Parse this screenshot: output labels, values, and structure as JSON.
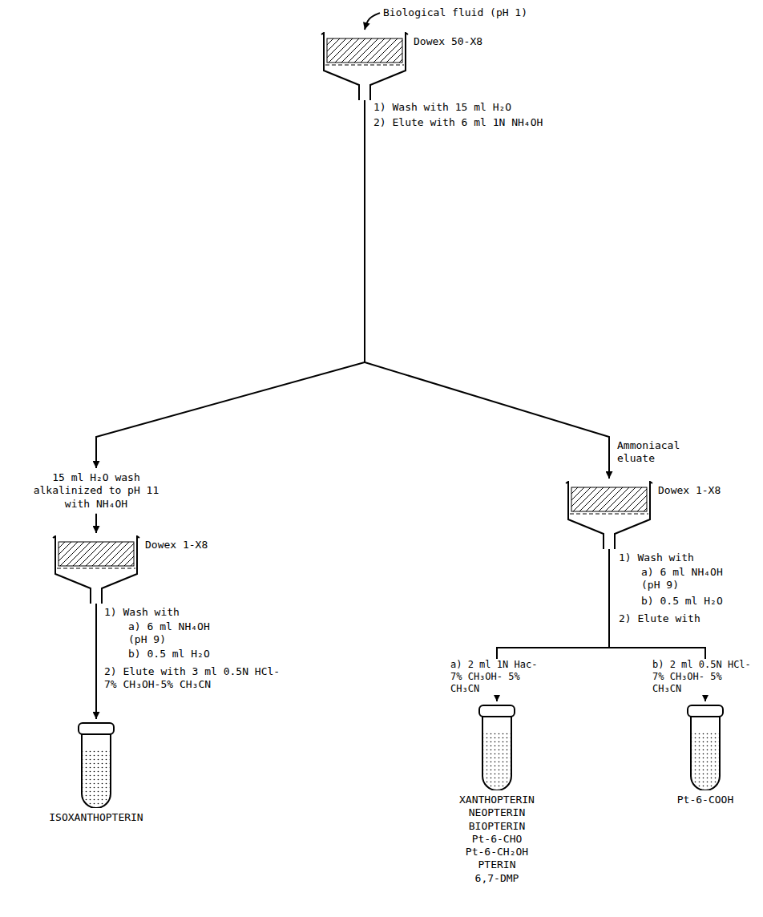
{
  "diagram": {
    "nodes": [
      {
        "text": [
          "Biological fluid (pH 1)"
        ]
      },
      {
        "text": [
          "Dowex 50-X8"
        ]
      },
      {
        "text": [
          "15 ml H₂O wash alkalinized to pH 11 with NH₄OH"
        ]
      },
      {
        "text": [
          "Dowex 1-X8"
        ]
      },
      {
        "text": [
          "ISOXANTHOPTERIN"
        ]
      },
      {
        "text": [
          "Dowex 1-X8"
        ]
      },
      {
        "text": [
          "XANTHOPTERIN",
          "NEOPTERIN",
          "BIOPTERIN",
          "Pt-6-CHO",
          "Pt-6-CH₂OH",
          "PTERIN",
          "6,7-DMP"
        ]
      },
      {
        "text": [
          "Pt-6-COOH"
        ]
      }
    ],
    "edges": [
      {
        "from": 0,
        "to": 1,
        "arrow": "to"
      },
      {
        "from": 1,
        "to": 2,
        "arrow": "to"
      },
      {
        "from": 1,
        "to": 5,
        "label": "Ammoniacal eluate",
        "arrow": "to"
      },
      {
        "from": 2,
        "to": 3,
        "arrow": "to"
      },
      {
        "from": 3,
        "to": 4,
        "arrow": "to"
      },
      {
        "from": 5,
        "to": 6,
        "label": "a) 2 ml 1N Hac- 7% CH₃OH- 5% CH₃CN",
        "arrow": "to"
      },
      {
        "from": 5,
        "to": 7,
        "label": "b) 2 ml 0.5N HCl- 7% CH₃OH- 5% CH₃CN",
        "arrow": "to"
      }
    ],
    "labels": [
      "1) Wash with 15 ml H₂O",
      "2) Elute with 6 ml 1N NH₄OH",
      "1) Wash with",
      "a) 6 ml NH₄OH (pH 9)",
      "b) 0.5 ml H₂O",
      "2) Elute with 3 ml 0.5N HCl- 7% CH₃OH-5% CH₃CN",
      "1) Wash with",
      "a) 6 ml NH₄OH (pH 9)",
      "b) 0.5 ml H₂O",
      "2) Elute with"
    ]
  }
}
